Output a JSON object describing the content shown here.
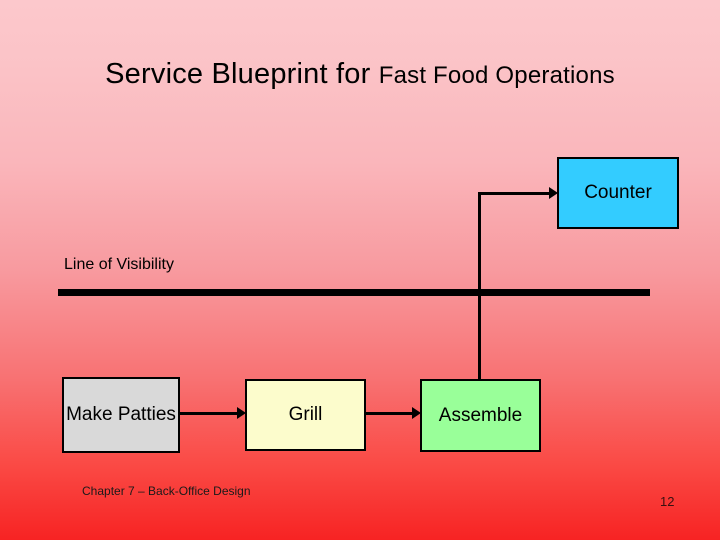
{
  "slide": {
    "title_main": "Service Blueprint for ",
    "title_sub": "Fast Food Operations",
    "background_top_color": "#fcc8cc",
    "background_bottom_color": "#f72323"
  },
  "divider": {
    "label": "Line of Visibility",
    "line_color": "#000000"
  },
  "boxes": [
    {
      "id": "counter",
      "label": "Counter",
      "color": "#33ccff",
      "border_color": "#000000"
    },
    {
      "id": "make-patties",
      "label": "Make Patties",
      "color": "#d9d9d9",
      "border_color": "#000000"
    },
    {
      "id": "grill",
      "label": "Grill",
      "color": "#fcfccc",
      "border_color": "#000000"
    },
    {
      "id": "assemble",
      "label": "Assemble",
      "color": "#99ff99",
      "border_color": "#000000"
    }
  ],
  "footer": {
    "note": "Chapter 7 – Back-Office Design",
    "page_number": "12"
  }
}
